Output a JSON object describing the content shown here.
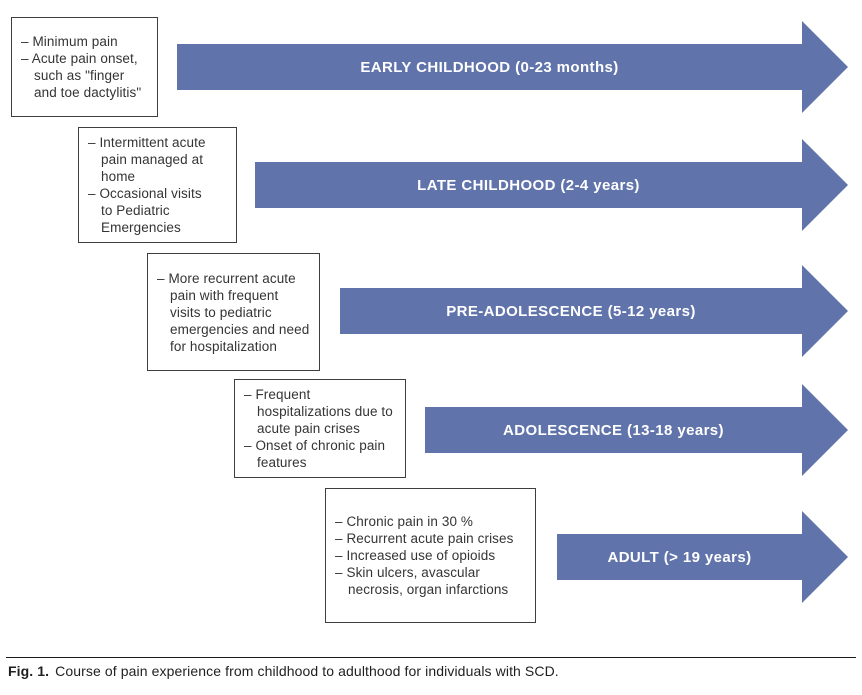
{
  "figure": {
    "arrow_color": "#6073ab",
    "stages": [
      {
        "label": "EARLY CHILDHOOD (0-23 months)",
        "bullets": [
          "– Minimum pain",
          "– Acute pain onset,\nsuch as \"finger\nand toe dactylitis\""
        ]
      },
      {
        "label": "LATE CHILDHOOD (2-4 years)",
        "bullets": [
          "– Intermittent acute\npain managed at\nhome",
          "– Occasional visits\nto Pediatric\nEmergencies"
        ]
      },
      {
        "label": "PRE-ADOLESCENCE (5-12 years)",
        "bullets": [
          "– More recurrent acute\npain with frequent\nvisits to pediatric\nemergencies and need\nfor hospitalization"
        ]
      },
      {
        "label": "ADOLESCENCE (13-18 years)",
        "bullets": [
          "– Frequent\nhospitalizations due to\nacute pain crises",
          "– Onset of chronic pain\nfeatures"
        ]
      },
      {
        "label": "ADULT (> 19 years)",
        "bullets": [
          "– Chronic pain in 30 %",
          "– Recurrent acute pain crises",
          "– Increased use of opioids",
          "– Skin ulcers, avascular\nnecrosis, organ infarctions"
        ]
      }
    ],
    "caption": {
      "label": "Fig. 1.",
      "text": "Course of pain experience from childhood to adulthood for individuals with SCD."
    }
  }
}
